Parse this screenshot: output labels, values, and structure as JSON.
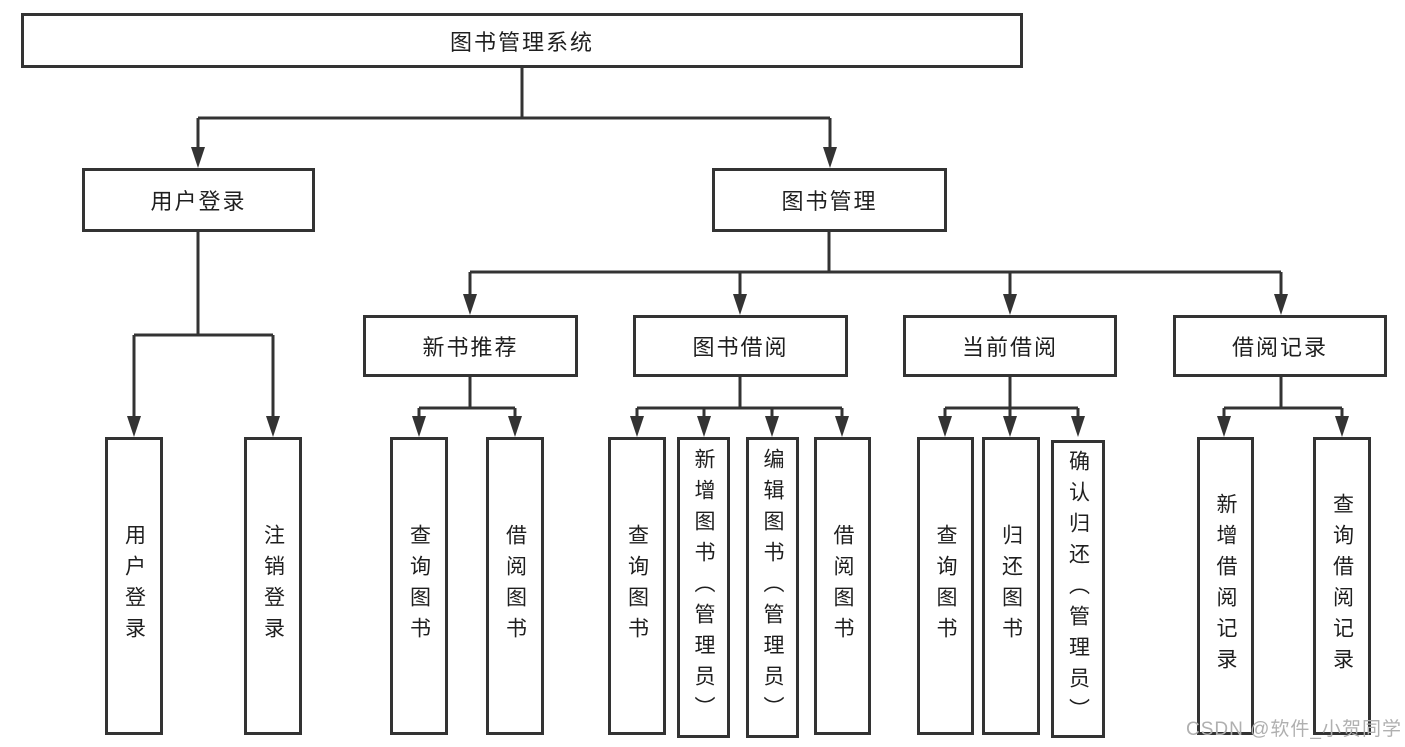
{
  "tree": {
    "root": {
      "label": "图书管理系统",
      "children": [
        {
          "label": "用户登录",
          "children": [
            {
              "label": "用户登录"
            },
            {
              "label": "注销登录"
            }
          ]
        },
        {
          "label": "图书管理",
          "children": [
            {
              "label": "新书推荐",
              "children": [
                {
                  "label": "查询图书"
                },
                {
                  "label": "借阅图书"
                }
              ]
            },
            {
              "label": "图书借阅",
              "children": [
                {
                  "label": "查询图书"
                },
                {
                  "label": "新增图书（管理员）"
                },
                {
                  "label": "编辑图书（管理员）"
                },
                {
                  "label": "借阅图书"
                }
              ]
            },
            {
              "label": "当前借阅",
              "children": [
                {
                  "label": "查询图书"
                },
                {
                  "label": "归还图书"
                },
                {
                  "label": "确认归还（管理员）"
                }
              ]
            },
            {
              "label": "借阅记录",
              "children": [
                {
                  "label": "新增借阅记录"
                },
                {
                  "label": "查询借阅记录"
                }
              ]
            }
          ]
        }
      ]
    }
  },
  "watermark": {
    "text": "CSDN @软件_小贺同学"
  },
  "colors": {
    "line": "#333333",
    "text": "#1f1f1f",
    "watermark_text": "#b0b0b0",
    "background": "#ffffff"
  }
}
